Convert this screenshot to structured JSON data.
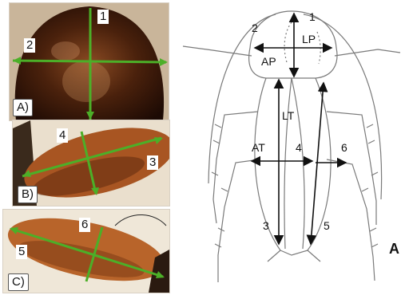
{
  "photos": {
    "a": {
      "panel_label": "A)",
      "measure_labels": [
        "1",
        "2"
      ]
    },
    "b": {
      "panel_label": "B)",
      "measure_labels": [
        "4",
        "3"
      ]
    },
    "c": {
      "panel_label": "C)",
      "measure_labels": [
        "6",
        "5"
      ]
    }
  },
  "drawing": {
    "figure_letter": "A",
    "abbreviations": {
      "lp": "LP",
      "ap": "AP",
      "lt": "LT",
      "at": "AT"
    },
    "measure_numbers": {
      "n1": "1",
      "n2": "2",
      "n3": "3",
      "n4": "4",
      "n5": "5",
      "n6": "6"
    }
  },
  "colors": {
    "measure_line": "#4caf28",
    "drawing_line": "#111111",
    "outline": "#7a7a7a"
  }
}
